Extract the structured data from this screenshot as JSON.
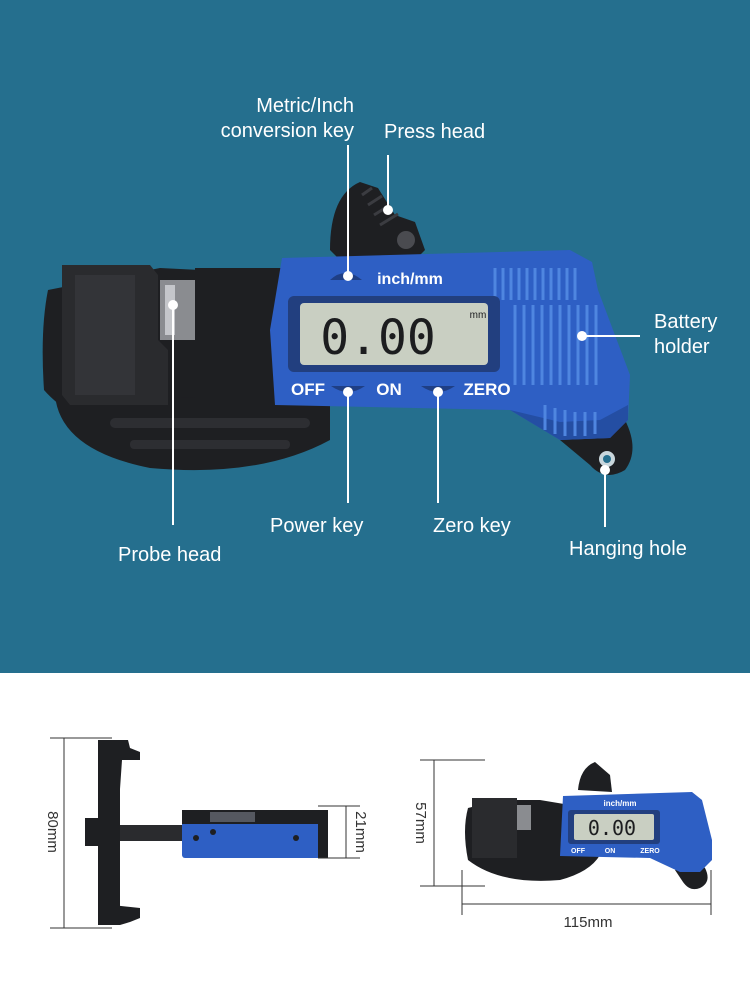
{
  "colors": {
    "background_top": "#256f8e",
    "background_bottom": "#ffffff",
    "device_blue": "#2e5fc4",
    "device_black": "#1e1f22",
    "lcd": "#c9cfc2",
    "callout_text": "#ffffff"
  },
  "device": {
    "unit_key_label": "inch/mm",
    "display_reading": "0.00",
    "display_unit": "mm",
    "off_label": "OFF",
    "on_label": "ON",
    "zero_label": "ZERO"
  },
  "callouts": {
    "metric_inch_line1": "Metric/Inch",
    "metric_inch_line2": "conversion key",
    "press_head": "Press head",
    "battery_line1": "Battery",
    "battery_line2": "holder",
    "power_key": "Power key",
    "zero_key": "Zero key",
    "probe_head": "Probe head",
    "hanging_hole": "Hanging hole"
  },
  "dimensions": {
    "height_side": "80mm",
    "thickness": "21mm",
    "height_front": "57mm",
    "width": "115mm"
  }
}
